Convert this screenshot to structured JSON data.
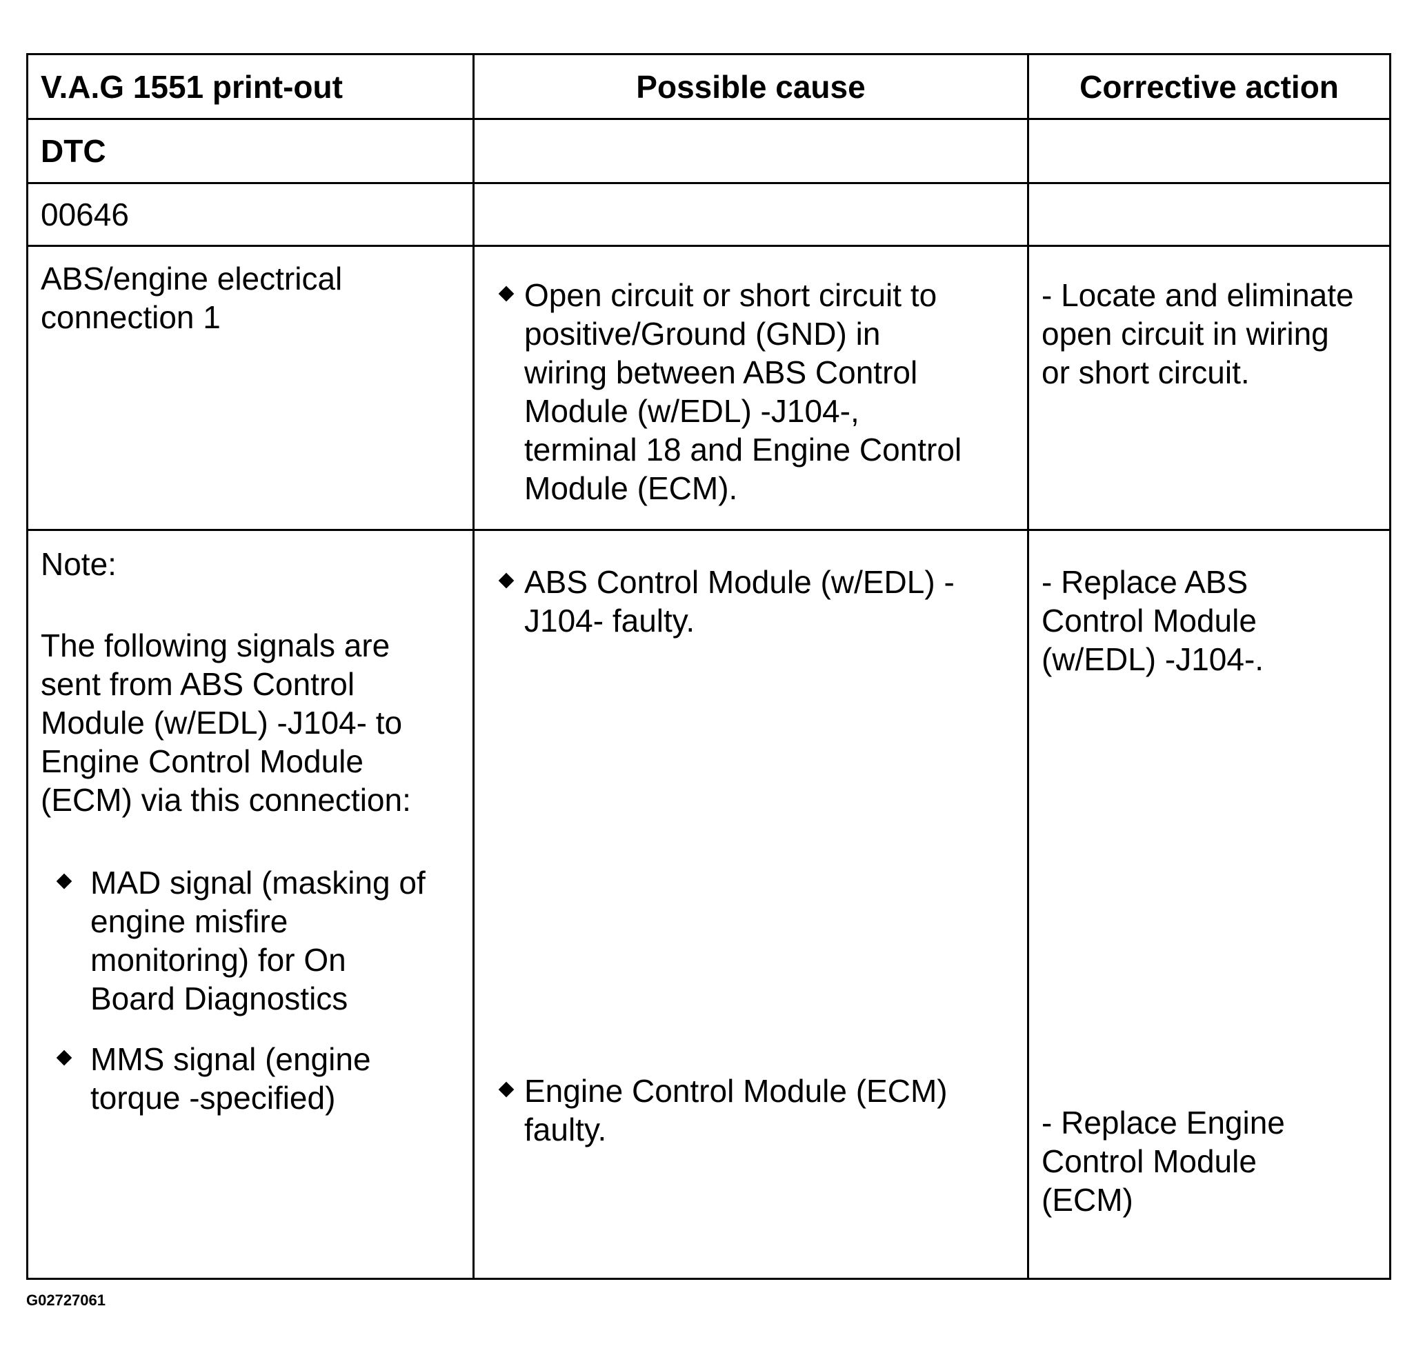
{
  "table": {
    "headers": {
      "printout": "V.A.G 1551 print-out",
      "cause": "Possible cause",
      "action": "Corrective action"
    },
    "dtc_label": "DTC",
    "dtc_code": "00646",
    "fault": {
      "description_line1": "ABS/engine electrical",
      "description_line2": "connection 1",
      "cause_lines": [
        "Open circuit or short circuit to",
        "positive/Ground (GND) in",
        "wiring between ABS Control",
        "Module (w/EDL) -J104-,",
        "terminal 18 and Engine Control",
        "Module (ECM)."
      ],
      "action_lines": [
        "- Locate and eliminate",
        "open circuit in wiring",
        "or short circuit."
      ]
    },
    "note": {
      "label": "Note:",
      "body_lines": [
        "The following signals are",
        "sent from ABS Control",
        "Module (w/EDL) -J104- to",
        "Engine Control Module",
        "(ECM) via this connection:"
      ],
      "signal1_lines": [
        "MAD signal (masking of",
        "engine misfire",
        "monitoring) for On",
        "Board Diagnostics"
      ],
      "signal2_lines": [
        "MMS signal (engine",
        "torque -specified)"
      ],
      "cause1_lines": [
        "ABS Control Module (w/EDL) -",
        "J104- faulty."
      ],
      "cause2_lines": [
        "Engine Control Module (ECM)",
        "faulty."
      ],
      "action1_lines": [
        "- Replace ABS",
        "Control Module",
        "(w/EDL) -J104-."
      ],
      "action2_lines": [
        "- Replace Engine",
        "Control Module",
        "(ECM)"
      ]
    }
  },
  "figure_id": "G02727061",
  "bullet_icon": "diamond-bullet-icon"
}
